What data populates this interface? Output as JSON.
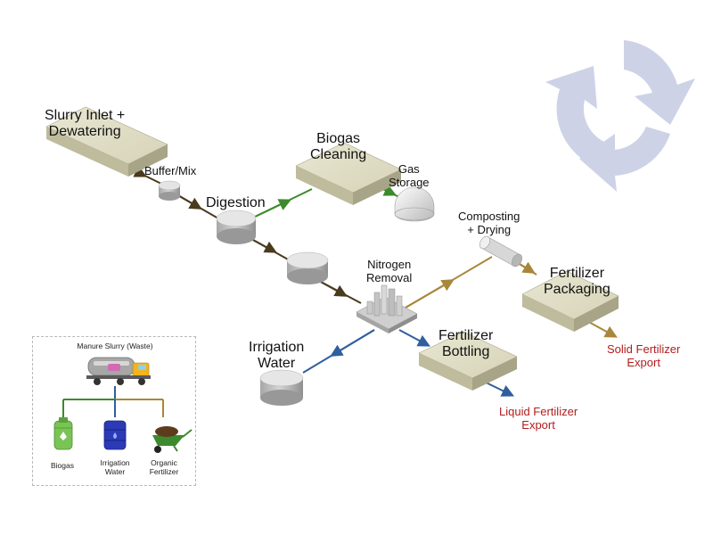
{
  "nodes": {
    "slurry_inlet": "Slurry Inlet +\nDewatering",
    "buffer_mix": "Buffer/Mix",
    "digestion": "Digestion",
    "biogas_cleaning": "Biogas\nCleaning",
    "gas_storage": "Gas\nStorage",
    "composting": "Composting\n+ Drying",
    "nitrogen_removal": "Nitrogen\nRemoval",
    "fertilizer_packaging": "Fertilizer\nPackaging",
    "irrigation_water": "Irrigation\nWater",
    "fertilizer_bottling": "Fertilizer\nBottling"
  },
  "exports": {
    "solid": "Solid Fertilizer\nExport",
    "liquid": "Liquid Fertilizer\nExport"
  },
  "legend": {
    "title": "Manure Slurry (Waste)",
    "biogas": "Biogas",
    "irrigation": "Irrigation\nWater",
    "organic": "Organic\nFertilizer"
  },
  "colors": {
    "slurry_flow": "#4a3a1e",
    "biogas_flow": "#3d8a2e",
    "water_flow": "#2f5f9e",
    "solid_flow": "#a8873a",
    "export_text": "#b11d1d",
    "recycle_icon": "#cdd2e7"
  },
  "icons": {
    "recycle": "recycle-arrows-icon",
    "truck": "tanker-truck-icon",
    "biogas": "gas-cylinder-icon",
    "water": "water-barrel-icon",
    "fertilizer": "wheelbarrow-icon"
  }
}
